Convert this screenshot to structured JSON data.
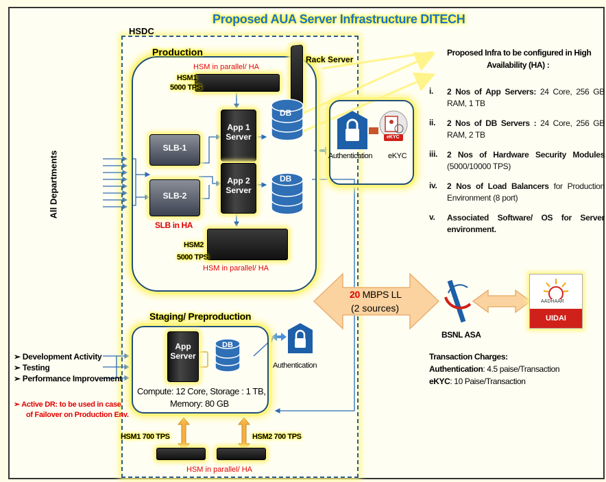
{
  "title": "Proposed AUA Server Infrastructure DITECH",
  "hsdc_label": "HSDC",
  "left_label": "All Departments",
  "production": {
    "label": "Production",
    "rack_server": "Rack Server",
    "hsm1_label": "HSM1",
    "hsm1_tps": "5000 TPS",
    "hsm_parallel_top": "HSM in parallel/ HA",
    "slb1": "SLB-1",
    "slb2": "SLB-2",
    "slb_ha": "SLB in HA",
    "app1_line1": "App 1",
    "app1_line2": "Server",
    "app2_line1": "App 2",
    "app2_line2": "Server",
    "db1": "DB",
    "db2": "DB",
    "hsm2_label": "HSM2",
    "hsm2_tps": "5000 TPS",
    "hsm_parallel_bottom": "HSM in parallel/ HA"
  },
  "auth_box": {
    "authentication": "Authentication",
    "ekyc": "eKYC",
    "ekyc_badge": "eKYC"
  },
  "link": {
    "speed_num": "20",
    "speed_unit": " MBPS LL",
    "sources": "(2 sources)"
  },
  "bsnl": "BSNL ASA",
  "uidai": {
    "aadhaar": "AADHAAR",
    "label": "UIDAI"
  },
  "requirements": {
    "heading_line1": "Proposed Infra to be configured in High",
    "heading_line2": "Availability (HA) :",
    "items": [
      {
        "num": "i.",
        "bold": "2 Nos of App Servers:",
        "text": " 24 Core, 256 GB RAM, 1 TB"
      },
      {
        "num": "ii.",
        "bold": "2 Nos of DB Servers :",
        "text": " 24 Core, 256 GB RAM, 2 TB"
      },
      {
        "num": "iii.",
        "bold": "2 Nos of Hardware Security Modules",
        "text": " (5000/10000 TPS)"
      },
      {
        "num": "iv.",
        "bold": "2 Nos of Load Balancers",
        "text": " for Production Environment (8 port)"
      },
      {
        "num": "v.",
        "bold": "Associated Software/ OS for Server environment.",
        "text": ""
      }
    ]
  },
  "charges": {
    "heading": "Transaction Charges:",
    "auth_label": "Authentication",
    "auth_value": ": 4.5 paise/Transaction",
    "ekyc_label": "eKYC",
    "ekyc_value": ": 10 Paise/Transaction"
  },
  "staging": {
    "label": "Staging/ Preproduction",
    "app_line1": "App",
    "app_line2": "Server",
    "db": "DB",
    "auth": "Authentication",
    "compute_line1": "Compute:  12 Core, Storage : 1 TB,",
    "compute_line2": "Memory: 80 GB",
    "hsm1": "HSM1  700 TPS",
    "hsm2": "HSM2  700 TPS",
    "hsm_parallel": "HSM in parallel/ HA"
  },
  "dev_items": [
    "Development Activity",
    "Testing",
    "Performance Improvement"
  ],
  "dr": {
    "line1": "Active DR: to be used in case",
    "line2": "of Failover on Production Env."
  },
  "colors": {
    "title": "#1a73c8",
    "red": "#e00000",
    "glow": "#fff480",
    "box_border": "#1f4e79",
    "db_blue": "#2f6fb5",
    "arrow_orange": "#fbd3a0",
    "uidai_red": "#d0201a"
  }
}
